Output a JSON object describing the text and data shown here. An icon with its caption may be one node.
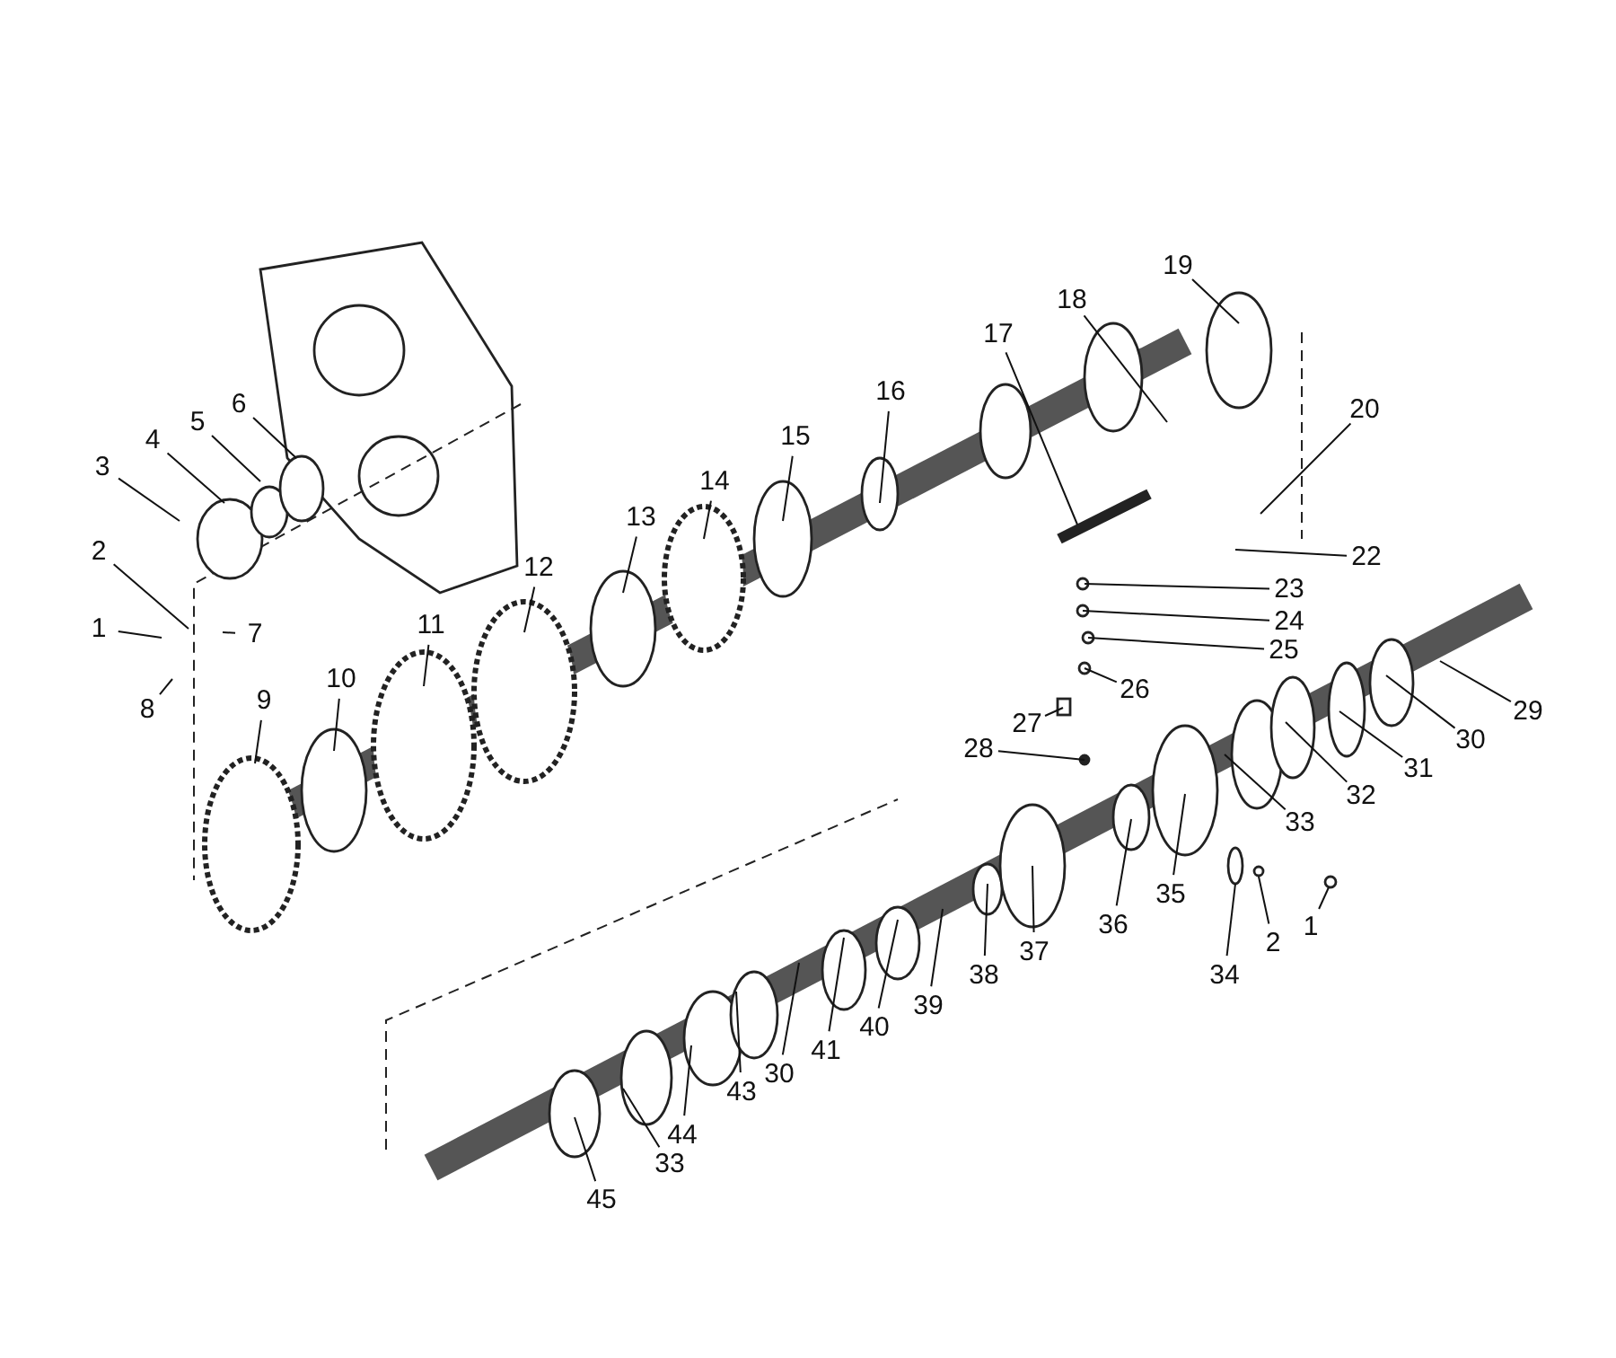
{
  "diagram": {
    "nodes": [
      {
        "text": [
          "1"
        ]
      },
      {
        "text": [
          "2"
        ]
      },
      {
        "text": [
          "3"
        ]
      },
      {
        "text": [
          "4"
        ]
      },
      {
        "text": [
          "5"
        ]
      },
      {
        "text": [
          "6"
        ]
      },
      {
        "text": [
          "7"
        ]
      },
      {
        "text": [
          "8"
        ]
      },
      {
        "text": [
          "9"
        ]
      },
      {
        "text": [
          "10"
        ]
      },
      {
        "text": [
          "11"
        ]
      },
      {
        "text": [
          "12"
        ]
      },
      {
        "text": [
          "13"
        ]
      },
      {
        "text": [
          "14"
        ]
      },
      {
        "text": [
          "15"
        ]
      },
      {
        "text": [
          "16"
        ]
      },
      {
        "text": [
          "17"
        ]
      },
      {
        "text": [
          "18"
        ]
      },
      {
        "text": [
          "19"
        ]
      },
      {
        "text": [
          "20"
        ]
      },
      {
        "text": [
          "22"
        ]
      },
      {
        "text": [
          "23"
        ]
      },
      {
        "text": [
          "24"
        ]
      },
      {
        "text": [
          "25"
        ]
      },
      {
        "text": [
          "26"
        ]
      },
      {
        "text": [
          "27"
        ]
      },
      {
        "text": [
          "28"
        ]
      },
      {
        "text": [
          "29"
        ]
      },
      {
        "text": [
          "30"
        ]
      },
      {
        "text": [
          "31"
        ]
      },
      {
        "text": [
          "32"
        ]
      },
      {
        "text": [
          "33"
        ]
      },
      {
        "text": [
          "34"
        ]
      },
      {
        "text": [
          "2"
        ]
      },
      {
        "text": [
          "1"
        ]
      },
      {
        "text": [
          "35"
        ]
      },
      {
        "text": [
          "36"
        ]
      },
      {
        "text": [
          "37"
        ]
      },
      {
        "text": [
          "38"
        ]
      },
      {
        "text": [
          "39"
        ]
      },
      {
        "text": [
          "40"
        ]
      },
      {
        "text": [
          "41"
        ]
      },
      {
        "text": [
          "30"
        ]
      },
      {
        "text": [
          "43"
        ]
      },
      {
        "text": [
          "44"
        ]
      },
      {
        "text": [
          "33"
        ]
      },
      {
        "text": [
          "45"
        ]
      }
    ],
    "edges": [
      {
        "from": 0,
        "to": null,
        "arrow": "none"
      },
      {
        "from": 1,
        "to": null,
        "arrow": "none"
      },
      {
        "from": 2,
        "to": null,
        "arrow": "none"
      },
      {
        "from": 3,
        "to": null,
        "arrow": "none"
      },
      {
        "from": 4,
        "to": null,
        "arrow": "none"
      },
      {
        "from": 5,
        "to": null,
        "arrow": "none"
      },
      {
        "from": 6,
        "to": null,
        "arrow": "none"
      },
      {
        "from": 7,
        "to": null,
        "arrow": "none"
      },
      {
        "from": 8,
        "to": null,
        "arrow": "none"
      },
      {
        "from": 9,
        "to": null,
        "arrow": "none"
      },
      {
        "from": 10,
        "to": null,
        "arrow": "none"
      },
      {
        "from": 11,
        "to": null,
        "arrow": "none"
      },
      {
        "from": 12,
        "to": null,
        "arrow": "none"
      },
      {
        "from": 13,
        "to": null,
        "arrow": "none"
      },
      {
        "from": 14,
        "to": null,
        "arrow": "none"
      },
      {
        "from": 15,
        "to": null,
        "arrow": "none"
      },
      {
        "from": 16,
        "to": null,
        "arrow": "none"
      },
      {
        "from": 17,
        "to": null,
        "arrow": "none"
      },
      {
        "from": 18,
        "to": null,
        "arrow": "none"
      },
      {
        "from": 19,
        "to": null,
        "arrow": "none"
      },
      {
        "from": 20,
        "to": null,
        "arrow": "none"
      },
      {
        "from": 21,
        "to": null,
        "arrow": "none"
      },
      {
        "from": 22,
        "to": null,
        "arrow": "none"
      },
      {
        "from": 23,
        "to": null,
        "arrow": "none"
      },
      {
        "from": 24,
        "to": null,
        "arrow": "none"
      },
      {
        "from": 25,
        "to": null,
        "arrow": "none"
      },
      {
        "from": 26,
        "to": null,
        "arrow": "none"
      },
      {
        "from": 27,
        "to": null,
        "arrow": "none"
      },
      {
        "from": 28,
        "to": null,
        "arrow": "none"
      },
      {
        "from": 29,
        "to": null,
        "arrow": "none"
      },
      {
        "from": 30,
        "to": null,
        "arrow": "none"
      },
      {
        "from": 31,
        "to": null,
        "arrow": "none"
      },
      {
        "from": 32,
        "to": null,
        "arrow": "none"
      },
      {
        "from": 33,
        "to": null,
        "arrow": "none"
      },
      {
        "from": 34,
        "to": null,
        "arrow": "none"
      },
      {
        "from": 35,
        "to": null,
        "arrow": "none"
      },
      {
        "from": 36,
        "to": null,
        "arrow": "none"
      },
      {
        "from": 37,
        "to": null,
        "arrow": "none"
      },
      {
        "from": 38,
        "to": null,
        "arrow": "none"
      },
      {
        "from": 39,
        "to": null,
        "arrow": "none"
      },
      {
        "from": 40,
        "to": null,
        "arrow": "none"
      },
      {
        "from": 41,
        "to": null,
        "arrow": "none"
      },
      {
        "from": 42,
        "to": null,
        "arrow": "none"
      },
      {
        "from": 43,
        "to": null,
        "arrow": "none"
      },
      {
        "from": 44,
        "to": null,
        "arrow": "none"
      },
      {
        "from": 45,
        "to": null,
        "arrow": "none"
      },
      {
        "from": 46,
        "to": null,
        "arrow": "none"
      }
    ]
  }
}
